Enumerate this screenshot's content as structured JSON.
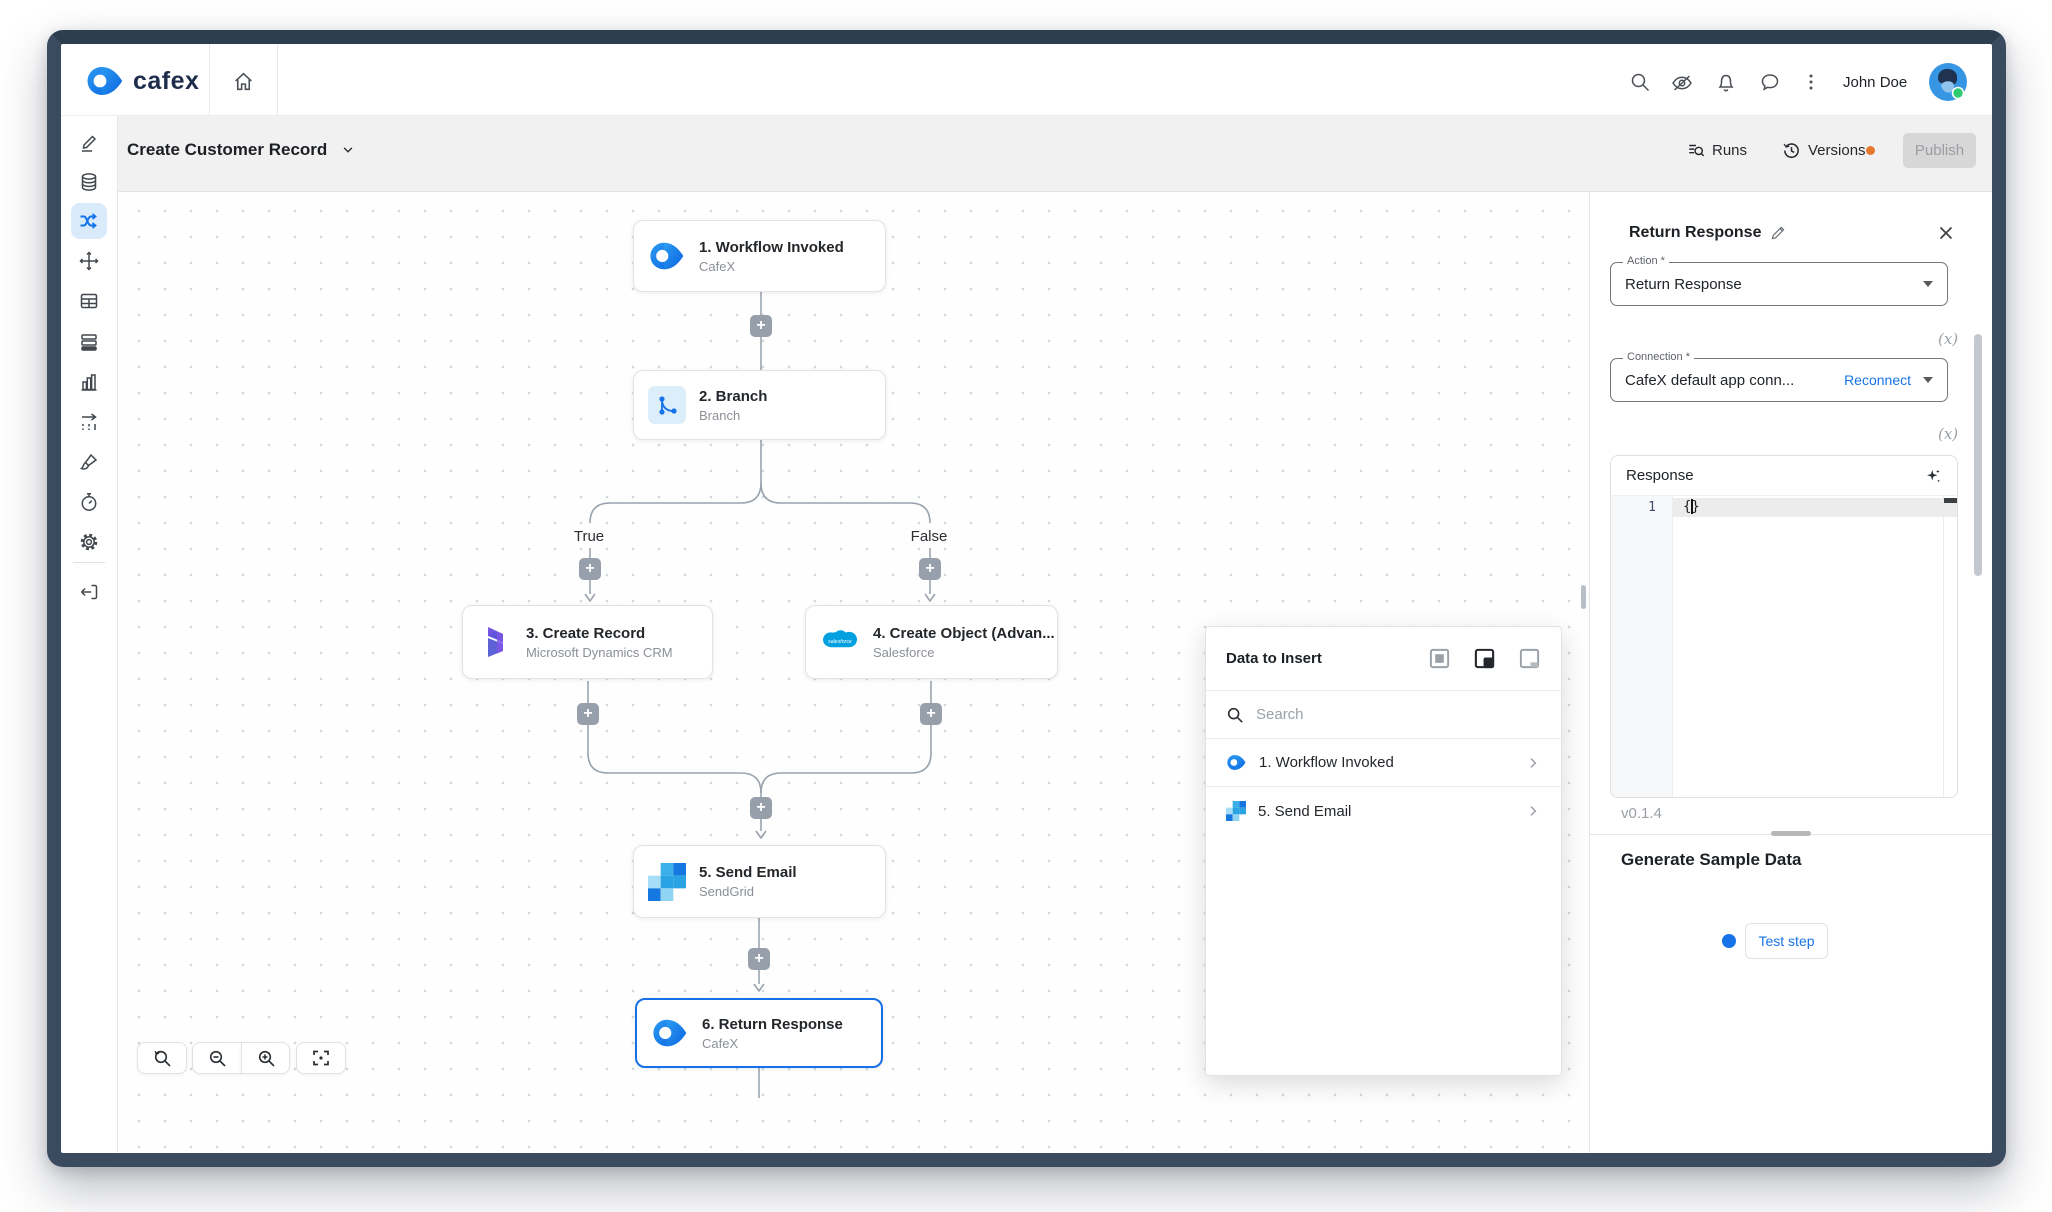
{
  "header": {
    "logo_text": "cafex",
    "user_name": "John Doe"
  },
  "toolbar": {
    "workflow_name": "Create Customer Record",
    "runs": "Runs",
    "versions": "Versions",
    "publish": "Publish"
  },
  "canvas": {
    "plus": "+",
    "true_label": "True",
    "false_label": "False",
    "nodes": [
      {
        "title": "1. Workflow Invoked",
        "app": "CafeX"
      },
      {
        "title": "2. Branch",
        "app": "Branch"
      },
      {
        "title": "3. Create Record",
        "app": "Microsoft Dynamics CRM"
      },
      {
        "title": "4. Create Object (Advan...",
        "app": "Salesforce"
      },
      {
        "title": "5. Send Email",
        "app": "SendGrid"
      },
      {
        "title": "6. Return Response",
        "app": "CafeX"
      }
    ]
  },
  "data_panel": {
    "title": "Data to Insert",
    "search_placeholder": "Search",
    "items": [
      {
        "label": "1. Workflow Invoked"
      },
      {
        "label": "5. Send Email"
      }
    ]
  },
  "inspector": {
    "title": "Return Response",
    "action_label": "Action *",
    "action_value": "Return Response",
    "variable_chip": "(x)",
    "connection_label": "Connection *",
    "connection_value": "CafeX default app conn...",
    "reconnect": "Reconnect",
    "response_label": "Response",
    "line_number": "1",
    "code": "{}",
    "version": "v0.1.4",
    "generate_title": "Generate Sample Data",
    "test_step": "Test step"
  },
  "colors": {
    "accent_blue": "#1674e8",
    "frame_navy": "#3a4b60",
    "versions_dot_orange": "#e8782e",
    "status_green": "#2ecc71",
    "connector_gray": "#9aa3ad"
  }
}
